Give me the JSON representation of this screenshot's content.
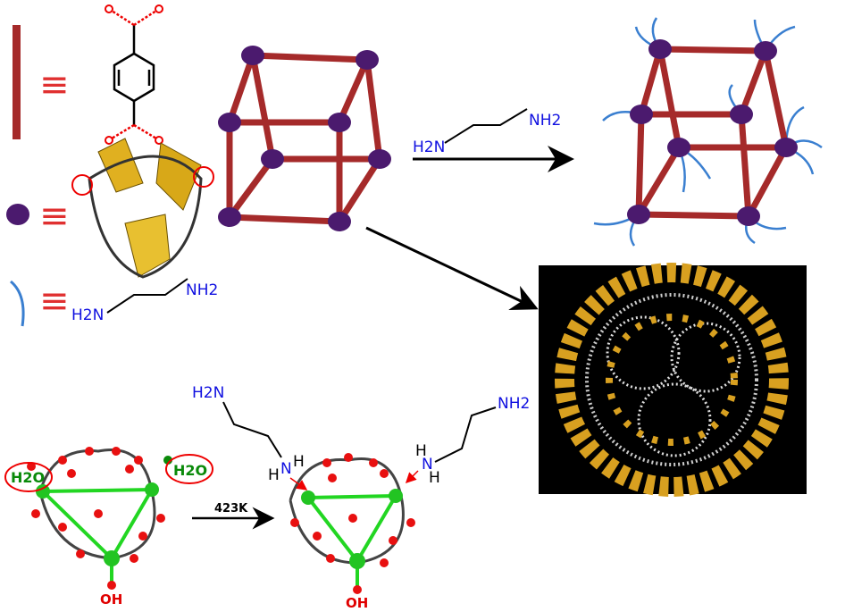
{
  "labels": {
    "en_left_h2n": "H2N",
    "en_left_nh2": "NH2",
    "en_top_h2n": "H2N",
    "en_top_nh2": "NH2",
    "en_bottom_left_h2n": "H2N",
    "en_bottom_right_nh2": "NH2",
    "water_left": "H2O",
    "water_right": "H2O",
    "hydroxyl_left": "OH",
    "hydroxyl_right": "OH",
    "temperature": "423K",
    "n": "N",
    "h": "H",
    "equiv": "≡"
  },
  "colors": {
    "linker": "#a52a2a",
    "node": "#4b1a6e",
    "amine": "#3a7fd0",
    "metal": "#22d622",
    "oxygen": "#e81010",
    "polyhedron": "#e8b020"
  }
}
